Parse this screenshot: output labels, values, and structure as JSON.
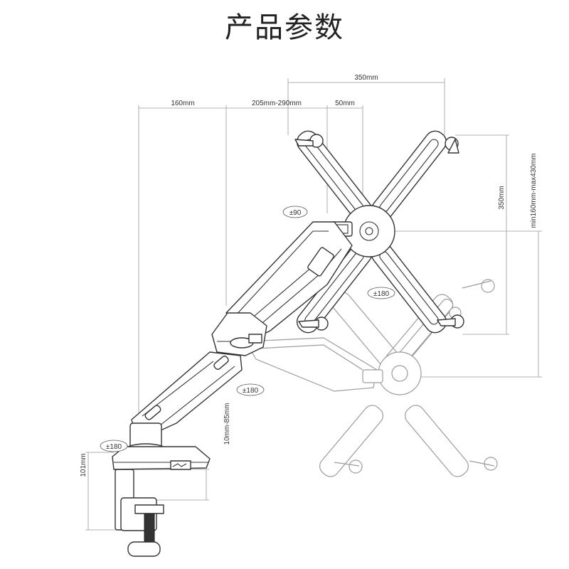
{
  "title": "产品参数",
  "dimensions": {
    "width_total": "350mm",
    "arm_base": "160mm",
    "arm_extension": "205mm-290mm",
    "offset": "50mm",
    "vesa_height": "350mm",
    "height_range": "min160mm-max430mm",
    "clamp_thickness": "10mm-85mm",
    "base_height": "101mm"
  },
  "rotations": {
    "tilt": "±90",
    "swivel_mount": "±180",
    "swivel_elbow": "±180",
    "swivel_base": "±180"
  },
  "colors": {
    "ink": "#333333",
    "ghost": "#9c9c9c",
    "dimension": "#9a9a9a"
  }
}
